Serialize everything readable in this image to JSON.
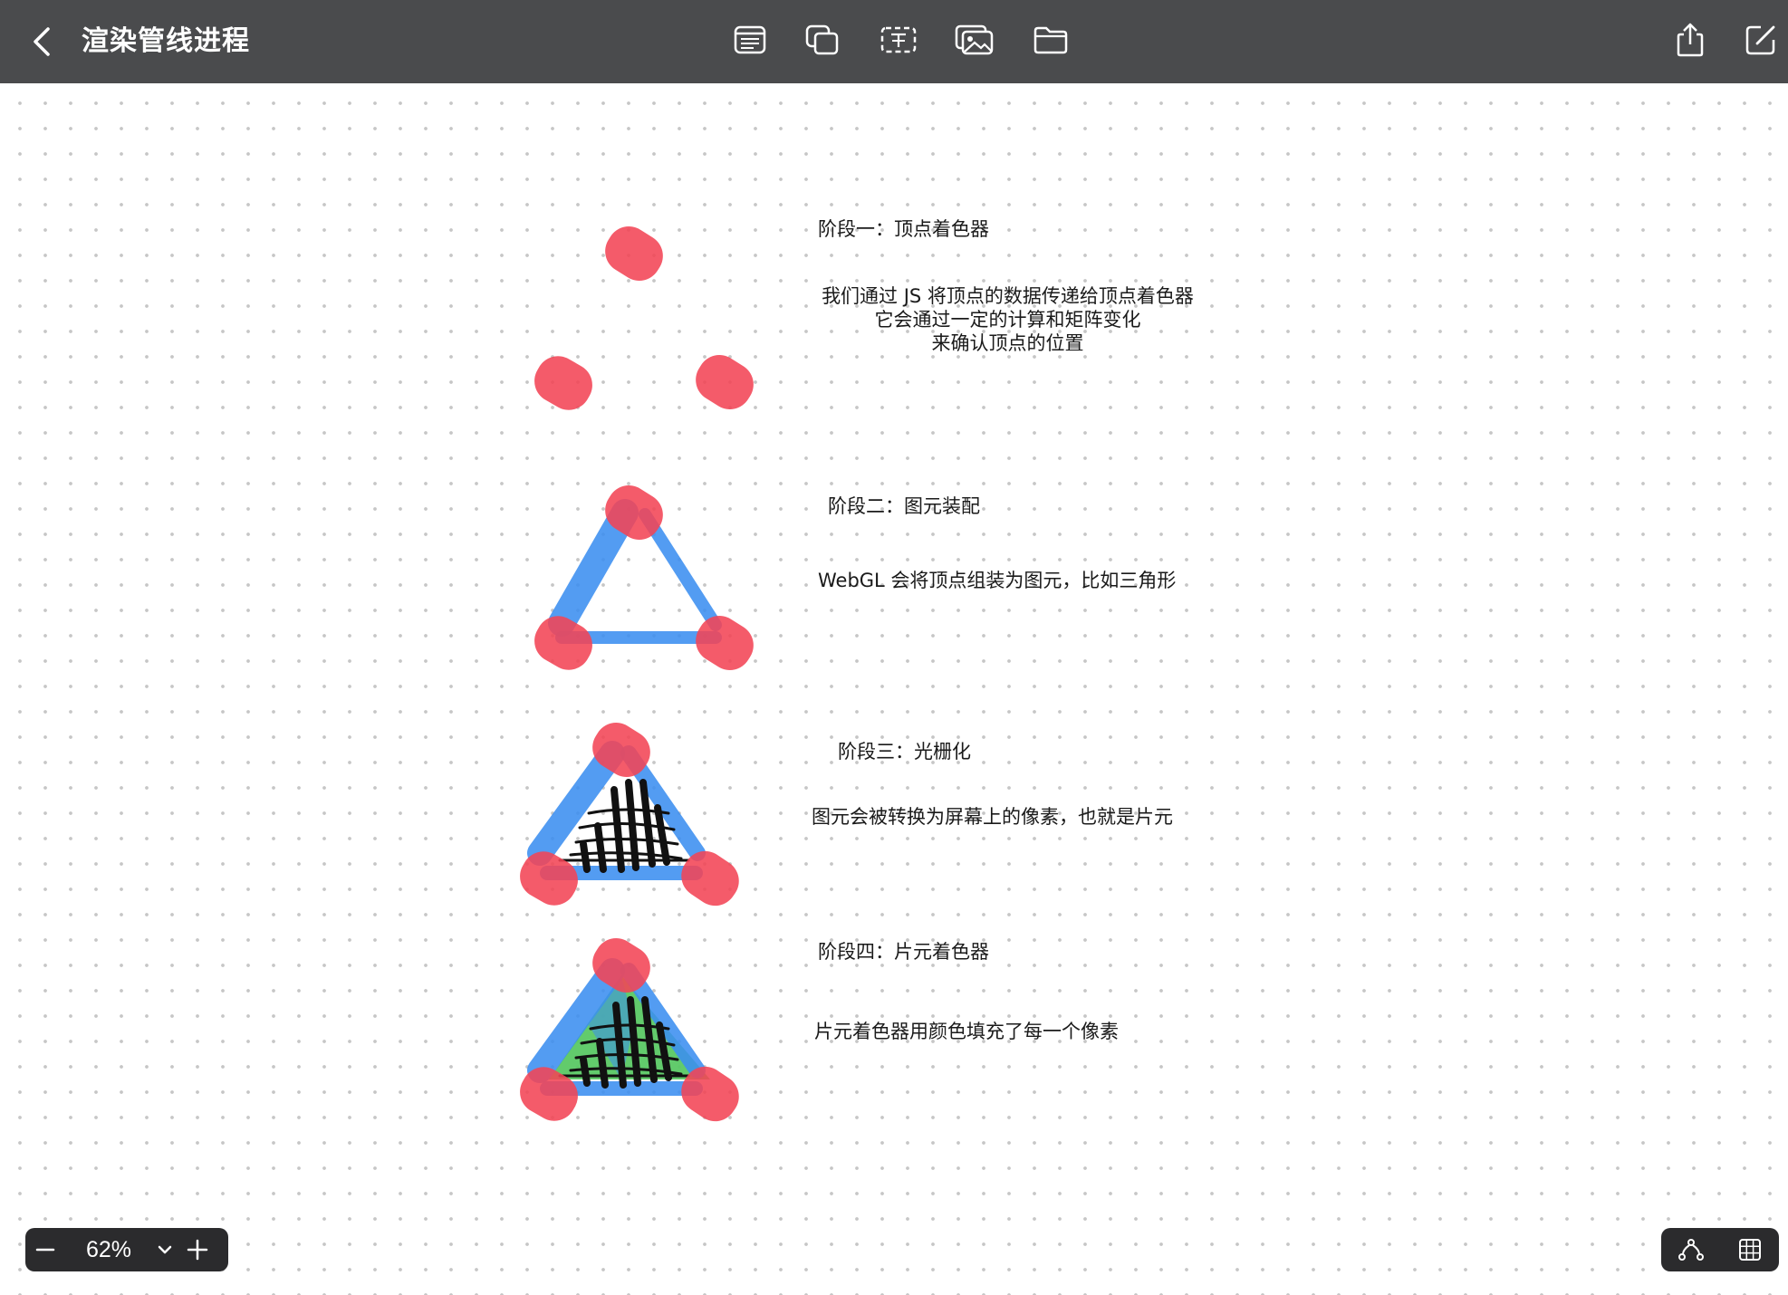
{
  "app": {
    "title": "渲染管线进程",
    "toolbar_icons": [
      "back-chevron-icon",
      "text-list-icon",
      "shapes-icon",
      "text-box-icon",
      "media-icon",
      "folder-icon",
      "share-icon",
      "compose-icon"
    ]
  },
  "notes": [
    {
      "heading": "阶段一：顶点着色器",
      "body": [
        "我们通过 JS 将顶点的数据传递给顶点着色器",
        "它会通过一定的计算和矩阵变化",
        "来确认顶点的位置"
      ]
    },
    {
      "heading": "阶段二：图元装配",
      "body": [
        "WebGL 会将顶点组装为图元，比如三角形"
      ]
    },
    {
      "heading": "阶段三：光栅化",
      "body": [
        "图元会被转换为屏幕上的像素，也就是片元"
      ]
    },
    {
      "heading": "阶段四：片元着色器",
      "body": [
        "片元着色器用颜色填充了每一个像素"
      ]
    }
  ],
  "zoom": {
    "level": "62%"
  },
  "colors": {
    "toolbar": "#4a4b4d",
    "vertex": "#f24455",
    "edge": "#3b8ef0",
    "fill": "#5ac864",
    "grid_dot": "#c6c6c6"
  }
}
